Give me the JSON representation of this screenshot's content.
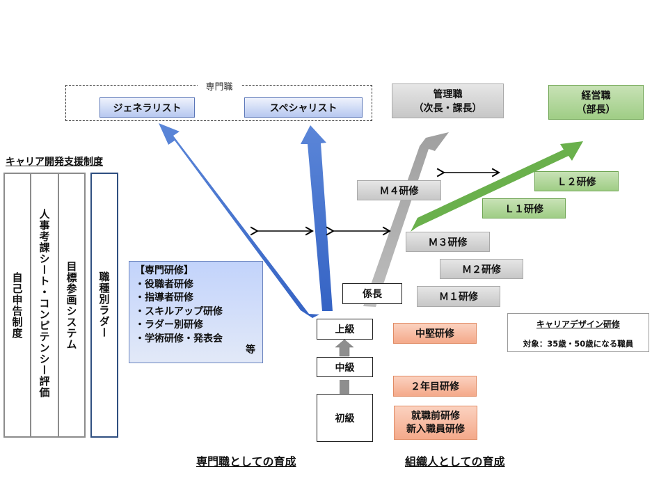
{
  "colors": {
    "blue_arrow": "#3f6fd0",
    "gray_arrow": "#a6a6a6",
    "green_arrow": "#6ab04c",
    "ladder_border": "#2f4f80"
  },
  "specialist_group": {
    "label": "専門職",
    "generalist": "ジェネラリスト",
    "specialist": "スペシャリスト"
  },
  "management": {
    "line1": "管理職",
    "line2": "（次長・課長）"
  },
  "executive": {
    "line1": "経営職",
    "line2": "（部長）"
  },
  "career_support": {
    "title": "キャリア開発支援制度",
    "columns": [
      "自己申告制度",
      "人事考課シート・コンピテンシー評価",
      "目標参画システム",
      "職種別ラダー"
    ]
  },
  "specialist_training": {
    "heading": "【専門研修】",
    "items": [
      "・役職者研修",
      "・指導者研修",
      "・スキルアップ研修",
      "・ラダー別研修",
      "・学術研修・発表会"
    ],
    "etc": "等"
  },
  "grades": {
    "kakaricho": "係長",
    "senior": "上級",
    "middle": "中級",
    "junior": "初級"
  },
  "m_training": [
    "Ｍ４研修",
    "Ｍ３研修",
    "Ｍ２研修",
    "Ｍ１研修"
  ],
  "l_training": [
    "Ｌ２研修",
    "Ｌ１研修"
  ],
  "orange_training": {
    "mid": "中堅研修",
    "second_year": "２年目研修",
    "pre_line1": "就職前研修",
    "pre_line2": "新入職員研修"
  },
  "career_design": {
    "title": "キャリアデザイン研修",
    "target": "対象：35歳・50歳になる職員"
  },
  "footer": {
    "left": "専門職としての育成",
    "right": "組織人としての育成"
  }
}
